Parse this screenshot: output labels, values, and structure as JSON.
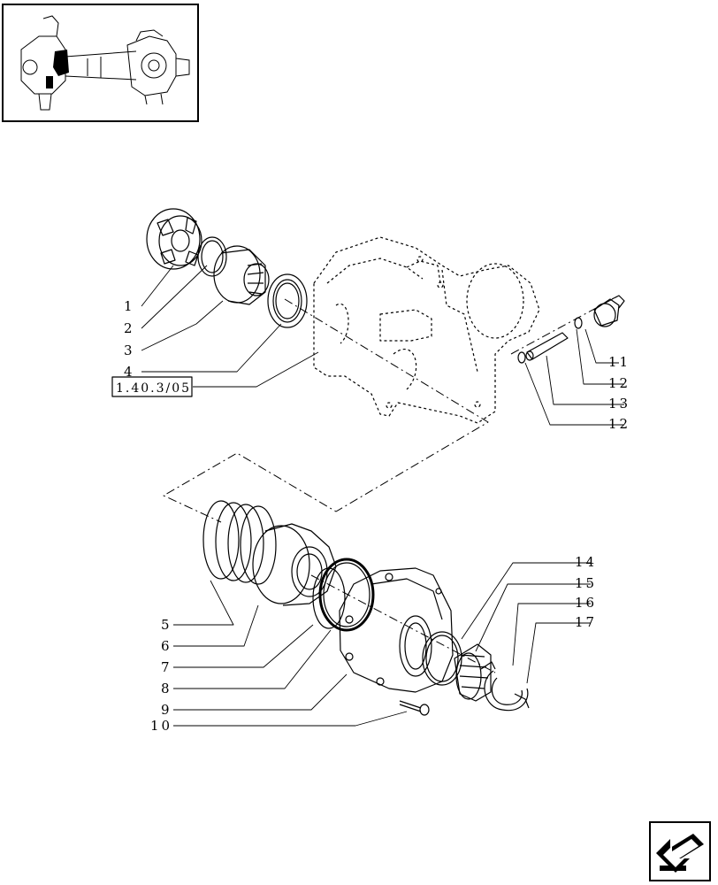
{
  "thumbnail": {
    "icon": "axle-overview-icon"
  },
  "reference": {
    "label": "1.40.3/05"
  },
  "callouts": {
    "c1": "1",
    "c2": "2",
    "c3": "3",
    "c4": "4",
    "c5": "5",
    "c6": "6",
    "c7": "7",
    "c8": "8",
    "c9": "9",
    "c10": "10",
    "c11": "11",
    "c12a": "12",
    "c13": "13",
    "c12b": "12",
    "c14": "14",
    "c15": "15",
    "c16": "16",
    "c17": "17"
  },
  "navigation": {
    "icon": "previous-page-arrow-icon"
  },
  "colors": {
    "line": "#000000",
    "background": "#ffffff",
    "highlight": "#000000"
  }
}
